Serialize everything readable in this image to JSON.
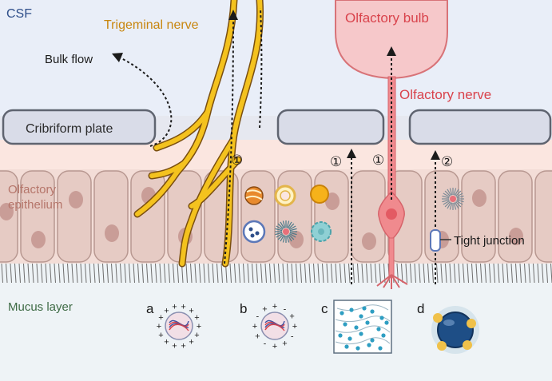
{
  "regions": {
    "csf": "CSF",
    "epithelium_line1": "Olfactory",
    "epithelium_line2": "epithelium",
    "mucus": "Mucus layer"
  },
  "structures": {
    "trigeminal_nerve": "Trigeminal nerve",
    "olfactory_bulb": "Olfactory bulb",
    "olfactory_nerve": "Olfactory nerve",
    "cribriform_plate": "Cribriform plate",
    "bulk_flow": "Bulk flow",
    "tight_junction": "Tight junction"
  },
  "pathway_markers": {
    "p1": "①",
    "p2": "②"
  },
  "particle_labels": {
    "a": "a",
    "b": "b",
    "c": "c",
    "d": "d"
  },
  "charges": {
    "plus": "+",
    "minus": "-"
  },
  "colors": {
    "csf_bg": "#e9eef8",
    "epithelium_bg": "#fbe6e0",
    "mucus_bg": "#eef3f6",
    "plate_fill": "#d9dce8",
    "plate_stroke": "#5f6470",
    "nerve_yellow": "#f4c21e",
    "nerve_outline": "#7a4f10",
    "olfactory_red": "#f08a8e",
    "bulb_fill": "#f6c8ca",
    "trigeminal_text": "#c8860f",
    "olfactory_text": "#d9434c",
    "csf_text": "#2f4f8a",
    "mucus_text": "#3e6b45",
    "cell_fill": "#e6cbc4",
    "nucleus": "#c99d97"
  }
}
